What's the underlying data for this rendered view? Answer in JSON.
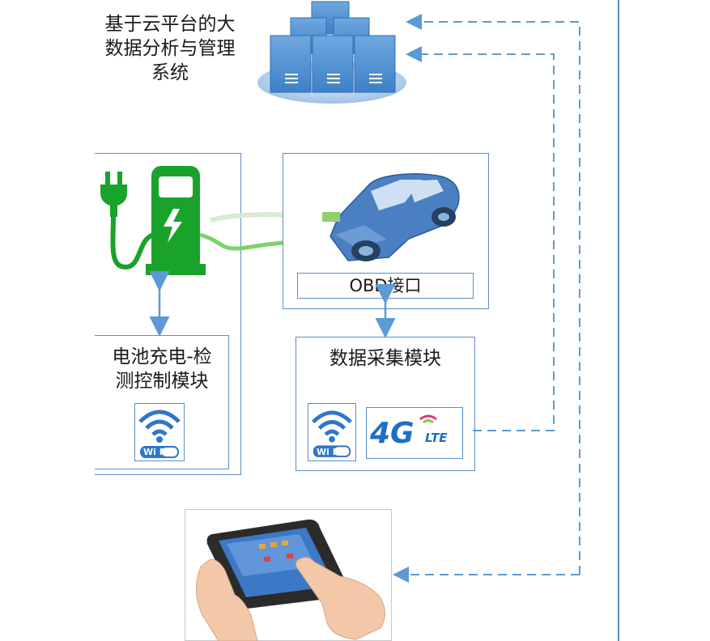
{
  "cloud": {
    "title_line1": "基于云平台的大",
    "title_line2": "数据分析与管理",
    "title_line3": "系统"
  },
  "charger_module": {
    "label_line1": "电池充电-检",
    "label_line2": "测控制模块",
    "wifi_text": "Wi Fi"
  },
  "vehicle": {
    "obd_label": "OBD接口"
  },
  "data_module": {
    "label": "数据采集模块",
    "wifi_text": "Wi Fi",
    "lte_4g": "4G",
    "lte_text": "LTE"
  },
  "colors": {
    "border": "#5b8fc9",
    "arrow": "#5b9bd5",
    "charger_green": "#1aa32a",
    "server_blue": "#5b9bd5",
    "car_blue": "#4a7fc1"
  },
  "icons": [
    "server-cloud-icon",
    "charging-station-icon",
    "car-icon",
    "wifi-icon",
    "4g-lte-icon",
    "tablet-hands-icon"
  ]
}
